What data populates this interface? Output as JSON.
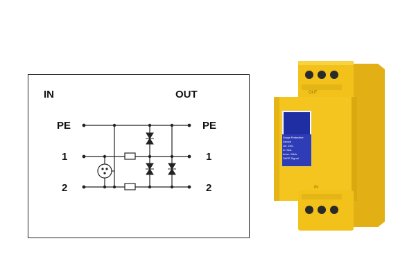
{
  "schematic": {
    "in_label": "IN",
    "out_label": "OUT",
    "left_terminals": [
      "PE",
      "1",
      "2"
    ],
    "right_terminals": [
      "PE",
      "1",
      "2"
    ]
  },
  "device": {
    "body_color": "#f2c21b",
    "top_terminal_label": "OUT",
    "bottom_terminal_label": "IN",
    "label_lines": [
      "Surge Protective Device",
      "Un:    24V-",
      "In:      5kA",
      "Imax: 10kA",
      "SAFE Signal"
    ]
  }
}
